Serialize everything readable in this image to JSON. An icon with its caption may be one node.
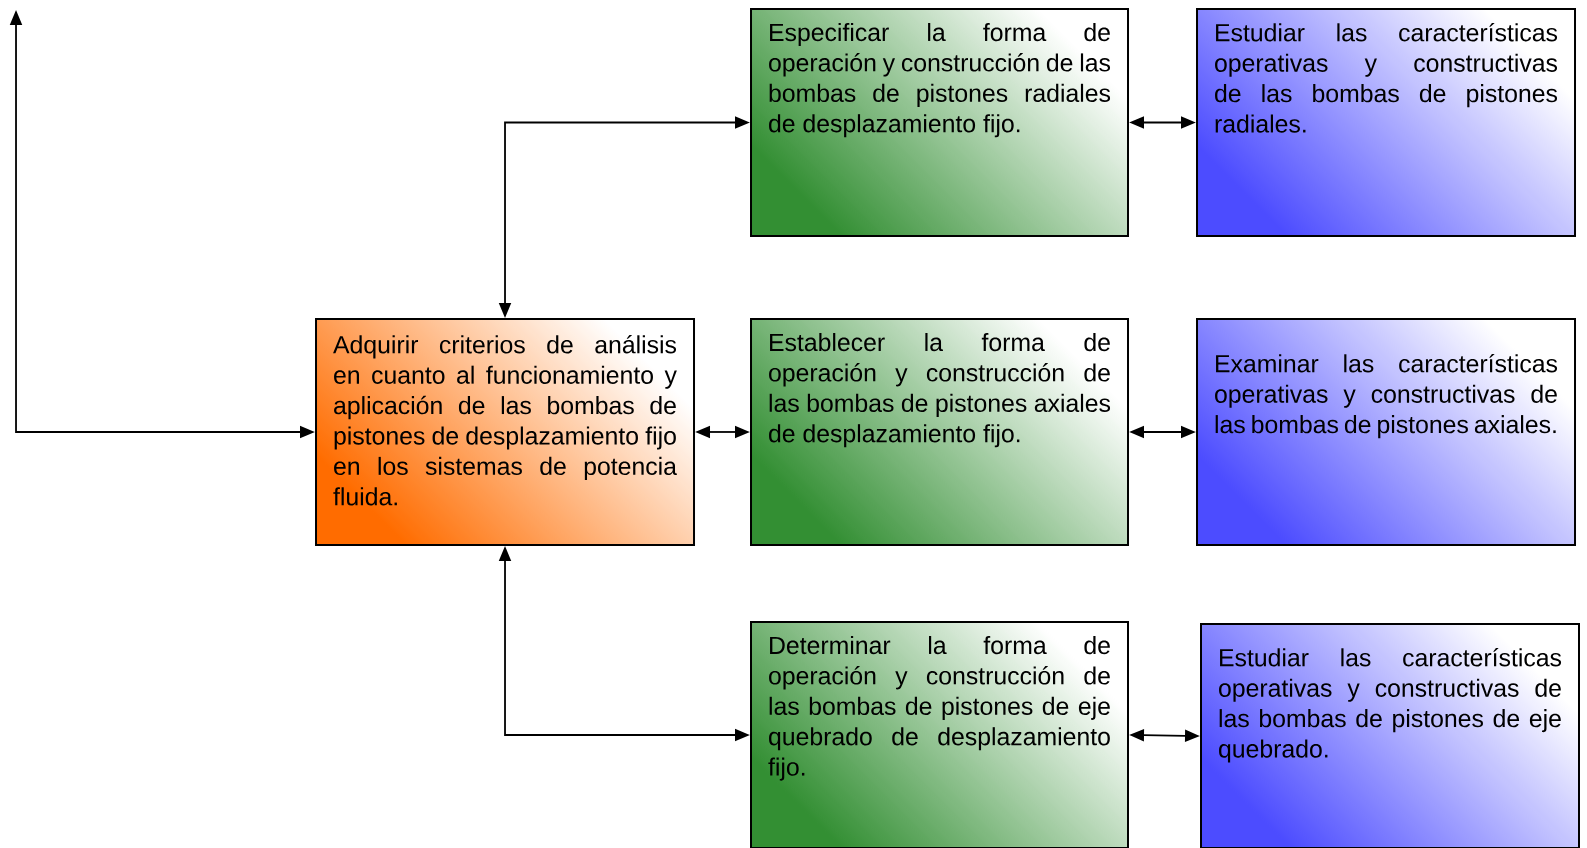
{
  "diagram": {
    "nodes": [
      {
        "text": [
          "Adquirir criterios de análisis en cuanto al funcionamiento y aplicación de las bombas de pistones de desplazamiento fijo en los sistemas de potencia fluida."
        ]
      },
      {
        "text": [
          "Especificar la forma de operación y construcción de las bombas de pistones radiales de desplazamiento fijo."
        ]
      },
      {
        "text": [
          "Estudiar las características operativas y constructivas de las bombas de pistones radiales."
        ]
      },
      {
        "text": [
          "Establecer la forma de operación y construcción de las bombas de pistones axiales de desplazamiento fijo."
        ]
      },
      {
        "text": [
          "Examinar las características operativas y constructivas de las bombas de pistones axiales."
        ]
      },
      {
        "text": [
          "Determinar la forma de operación y construcción de las bombas de pistones de eje quebrado de desplazamiento fijo."
        ]
      },
      {
        "text": [
          "Estudiar las características operativas y constructivas de las bombas de pistones de eje quebrado."
        ]
      }
    ],
    "edges": [
      {
        "from": null,
        "to": 0,
        "arrow": "both"
      },
      {
        "from": 0,
        "to": 1,
        "arrow": "both"
      },
      {
        "from": 0,
        "to": 3,
        "arrow": "both"
      },
      {
        "from": 0,
        "to": 5,
        "arrow": "both"
      },
      {
        "from": 1,
        "to": 2,
        "arrow": "both"
      },
      {
        "from": 3,
        "to": 4,
        "arrow": "both"
      },
      {
        "from": 5,
        "to": 6,
        "arrow": "both"
      }
    ]
  }
}
